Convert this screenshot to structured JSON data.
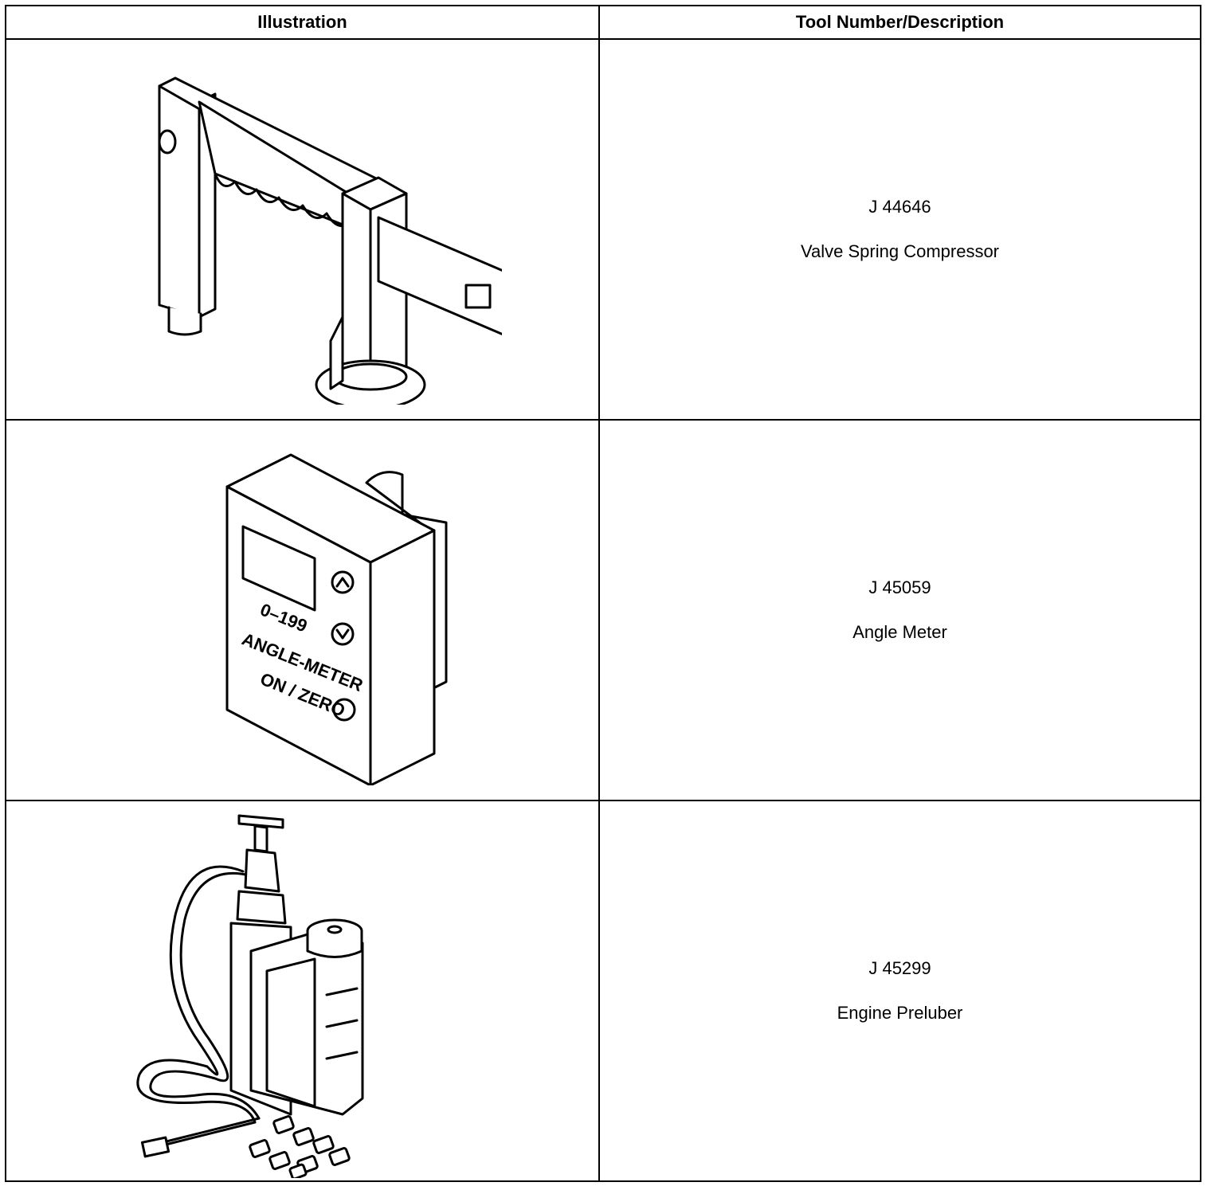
{
  "table": {
    "header_illustration": "Illustration",
    "header_description": "Tool Number/Description",
    "rows": [
      {
        "tool_number": "J 44646",
        "description": "Valve Spring Compressor",
        "icon": "valve-spring-compressor-drawing"
      },
      {
        "tool_number": "J 45059",
        "description": "Angle Meter",
        "icon": "angle-meter-drawing",
        "device_text": {
          "range": "0–199",
          "name": "ANGLE-METER",
          "button": "ON / ZERO"
        }
      },
      {
        "tool_number": "J 45299",
        "description": "Engine Preluber",
        "icon": "engine-preluber-drawing"
      }
    ]
  }
}
